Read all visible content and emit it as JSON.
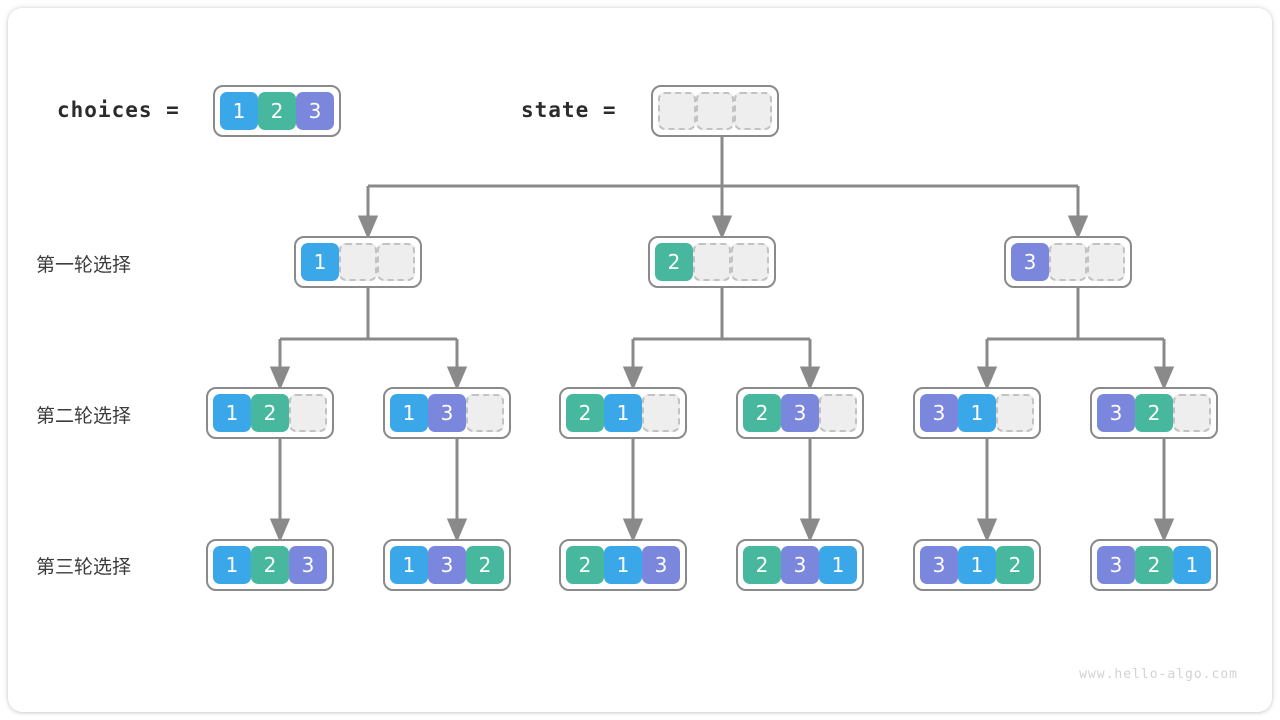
{
  "watermark": "www.hello-algo.com",
  "legend": {
    "choices_label": "choices =",
    "state_label": "state ="
  },
  "palette": {
    "value_1": "#3aa7e8",
    "value_2": "#47b89d",
    "value_3": "#7b86dd",
    "empty_cell": "#eeeeee",
    "empty_border": "#c2c2c2",
    "array_border": "#8a8a8a",
    "wire": "#8a8a8a",
    "background": "#ffffff"
  },
  "row_labels": [
    "第一轮选择",
    "第二轮选择",
    "第三轮选择"
  ],
  "choices": {
    "cells": [
      "1",
      "2",
      "3"
    ]
  },
  "state": {
    "cells": [
      "",
      "",
      ""
    ]
  },
  "tree": {
    "level1": [
      {
        "cells": [
          "1",
          "",
          ""
        ]
      },
      {
        "cells": [
          "2",
          "",
          ""
        ]
      },
      {
        "cells": [
          "3",
          "",
          ""
        ]
      }
    ],
    "level2": [
      {
        "cells": [
          "1",
          "2",
          ""
        ]
      },
      {
        "cells": [
          "1",
          "3",
          ""
        ]
      },
      {
        "cells": [
          "2",
          "1",
          ""
        ]
      },
      {
        "cells": [
          "2",
          "3",
          ""
        ]
      },
      {
        "cells": [
          "3",
          "1",
          ""
        ]
      },
      {
        "cells": [
          "3",
          "2",
          ""
        ]
      }
    ],
    "level3": [
      {
        "cells": [
          "1",
          "2",
          "3"
        ]
      },
      {
        "cells": [
          "1",
          "3",
          "2"
        ]
      },
      {
        "cells": [
          "2",
          "1",
          "3"
        ]
      },
      {
        "cells": [
          "2",
          "3",
          "1"
        ]
      },
      {
        "cells": [
          "3",
          "1",
          "2"
        ]
      },
      {
        "cells": [
          "3",
          "2",
          "1"
        ]
      }
    ]
  }
}
